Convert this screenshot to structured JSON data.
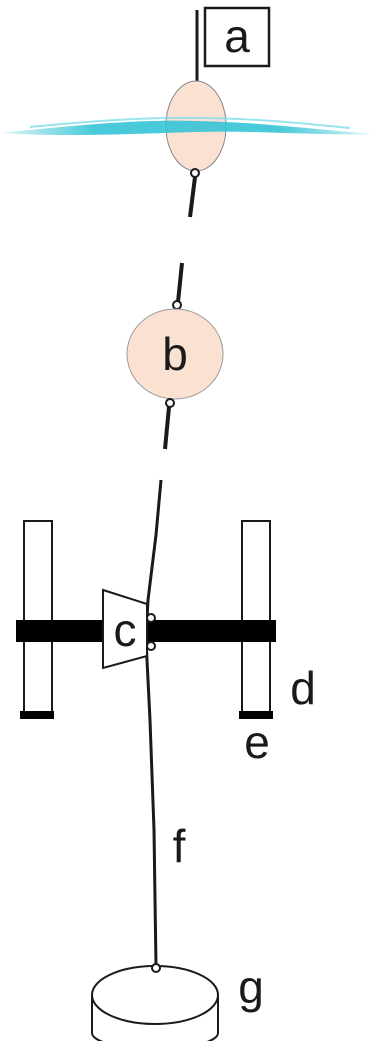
{
  "labels": {
    "a": "a",
    "b": "b",
    "c": "c",
    "d": "d",
    "e": "e",
    "f": "f",
    "g": "g"
  },
  "colors": {
    "float": "#fbe1d1",
    "water": "#35c4d6",
    "line": "#1a1a1a",
    "outline": "#333333"
  }
}
